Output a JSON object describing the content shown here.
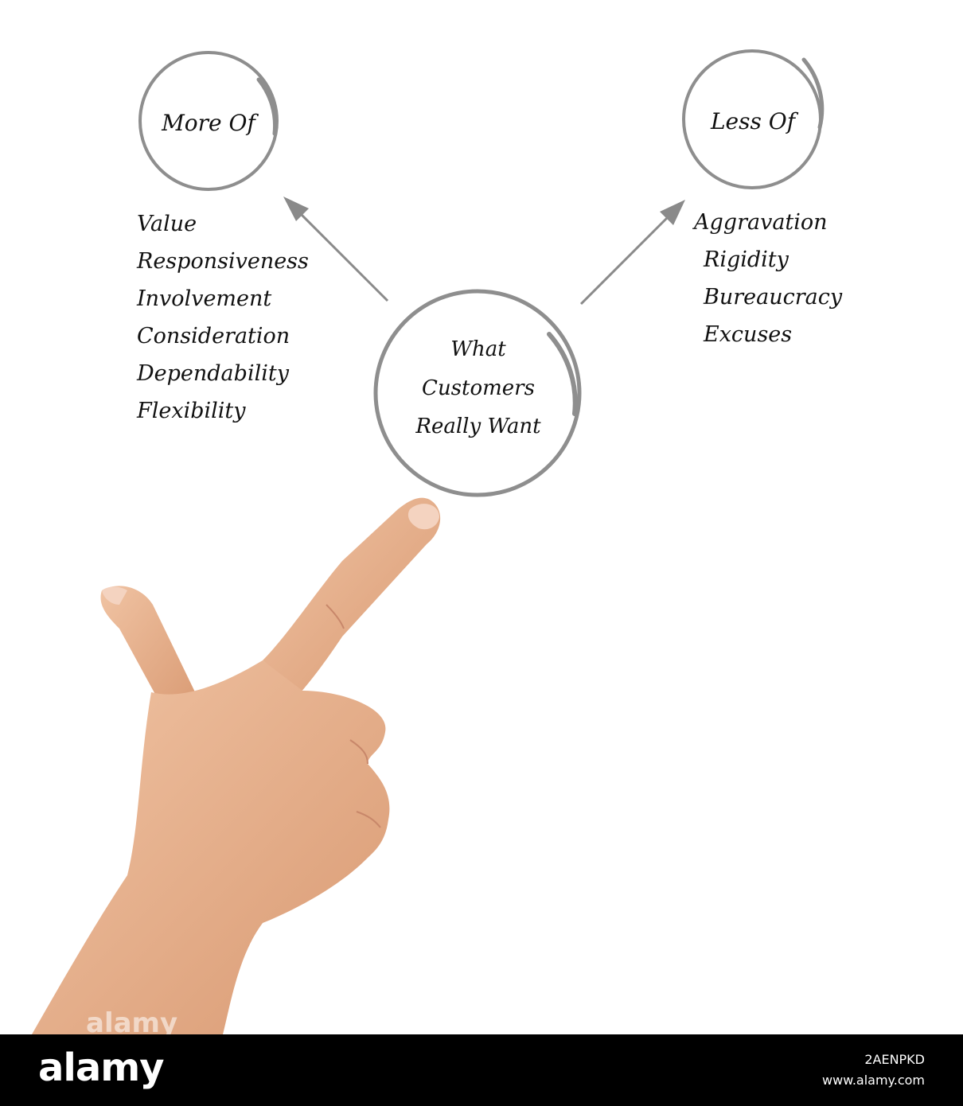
{
  "diagram": {
    "more_of": {
      "title": "More Of",
      "items": [
        "Value",
        "Responsiveness",
        "Involvement",
        "Consideration",
        "Dependability",
        "Flexibility"
      ]
    },
    "less_of": {
      "title": "Less Of",
      "items": [
        "Aggravation",
        "Rigidity",
        "Bureaucracy",
        "Excuses"
      ]
    },
    "center": {
      "lines": [
        "What",
        "Customers",
        "Really Want"
      ]
    }
  },
  "colors": {
    "circle_stroke": "#8e8e8e",
    "arrow": "#8a8a8a",
    "skin": "#e7b28f",
    "footer_bg": "#000000"
  },
  "footer": {
    "logo": "alamy",
    "image_id": "2AENPKD",
    "site": "www.alamy.com"
  },
  "watermark": "alamy"
}
